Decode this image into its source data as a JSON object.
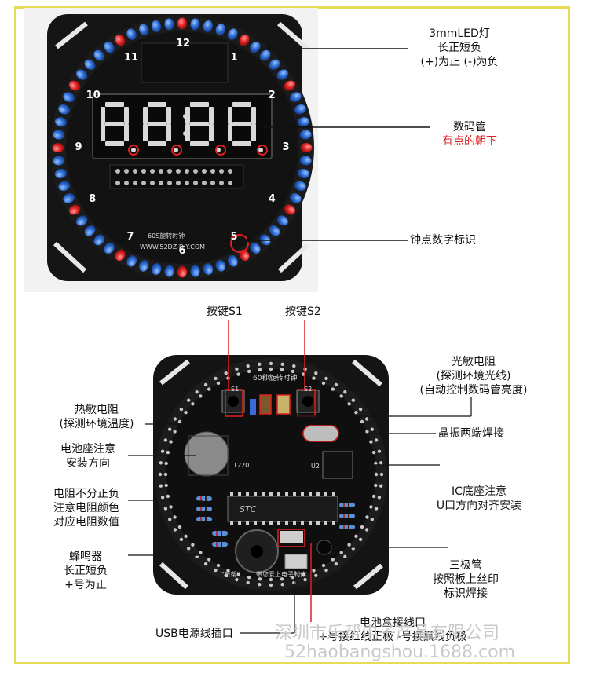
{
  "top_board": {
    "clock_numbers": [
      "12",
      "1",
      "2",
      "3",
      "4",
      "5",
      "6",
      "7",
      "8",
      "9",
      "10",
      "11"
    ],
    "silk_title": "60S旋转时钟",
    "silk_url": "WWW.52DZ-DIY.COM",
    "display_digits": "8888"
  },
  "labels": {
    "led_line1": "3mmLED灯",
    "led_line2": "长正短负",
    "led_line3": "(+)为正  (-)为负",
    "seg_line1": "数码管",
    "seg_line2": "有点的朝下",
    "clock_digit": "钟点数字标识",
    "s1": "按键S1",
    "s2": "按键S2",
    "ldr_line1": "光敏电阻",
    "ldr_line2": "(探测环境光线)",
    "ldr_line3": "(自动控制数码管亮度)",
    "therm_line1": "热敏电阻",
    "therm_line2": "(探测环境温度)",
    "crystal": "晶振两端焊接",
    "battery_line1": "电池座注意",
    "battery_line2": "安装方向",
    "ic_line1": "IC底座注意",
    "ic_line2": "U口方向对齐安装",
    "res_line1": "电阻不分正负",
    "res_line2": "注意电阻颜色",
    "res_line3": "对应电阻数值",
    "buzzer_line1": "蜂鸣器",
    "buzzer_line2": "长正短负",
    "buzzer_line3": "+号为正",
    "transistor_line1": "三极管",
    "transistor_line2": "按照板上丝印",
    "transistor_line3": "标识焊接",
    "usb": "USB电源线插口",
    "batt_box_line1": "电池盒接线口",
    "batt_box_line2": "+号接红线正极  -号接黑线负极"
  },
  "bottom_board": {
    "silk_title": "60秒旋转时钟",
    "silk_s1": "S1",
    "silk_s2": "S2",
    "silk_1220": "1220",
    "silk_u2": "U2",
    "silk_stc": "STC",
    "silk_bottom": "带您爱上电子制作",
    "silk_left": "\"乐帮\""
  },
  "watermark": {
    "company": "深圳市乐帮电子产品有限公司",
    "url": "52haobangshou.1688.com"
  },
  "colors": {
    "frame": "#e8dc55",
    "led_blue": "#2f6fd6",
    "led_red": "#e52424",
    "pcb": "#141414",
    "annotation_red": "#e02020"
  }
}
